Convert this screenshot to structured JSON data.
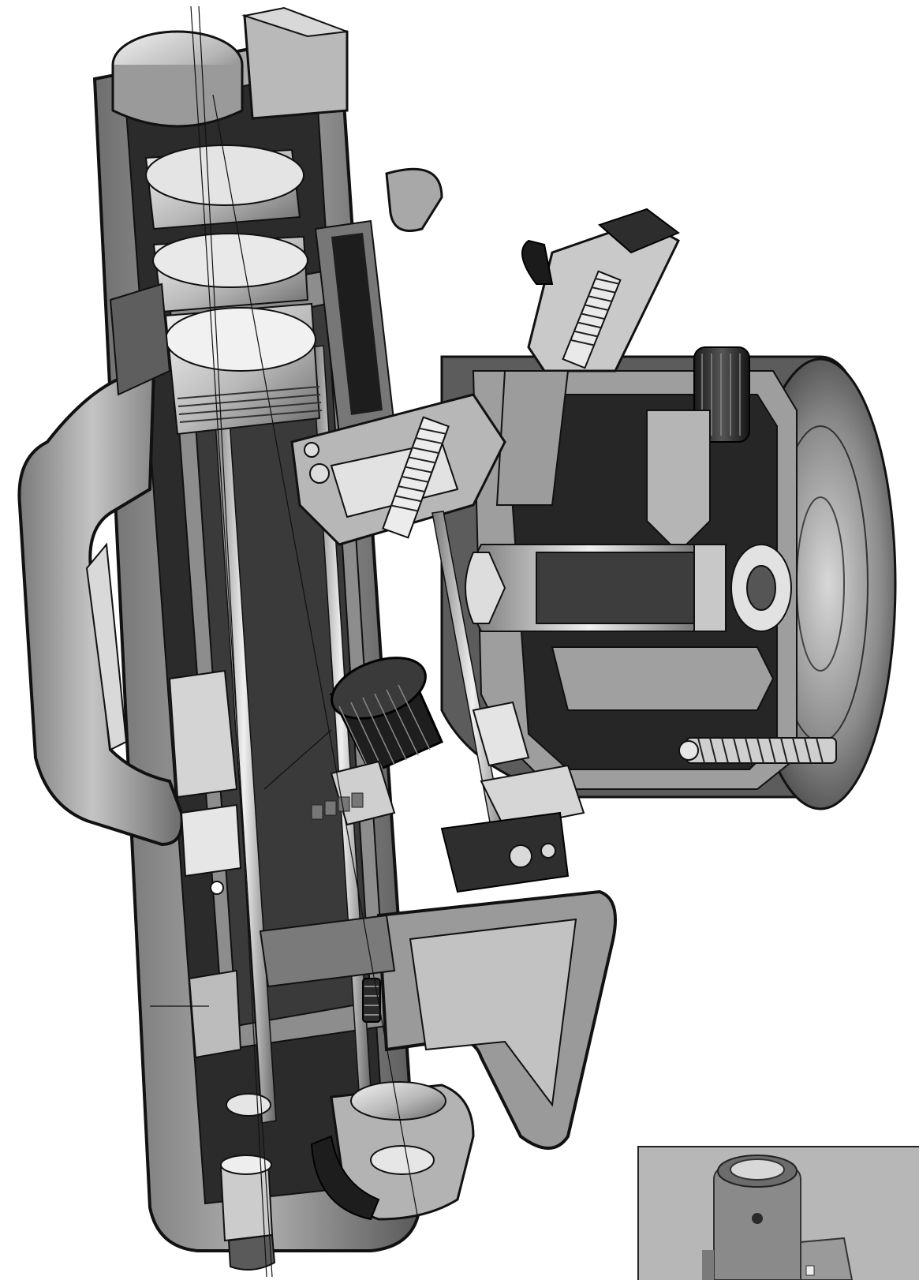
{
  "figure": {
    "subject": "cutaway-illustration",
    "palette": {
      "paper": "#ffffff",
      "housing": "#8c8c8c",
      "housing_light": "#b4b4b4",
      "housing_dark": "#4a4a4a",
      "metal_light": "#e6e6e6",
      "metal_mid": "#a8a8a8",
      "shadow": "#1e1e1e"
    },
    "icons": {
      "handle": "handle-grip",
      "lens": "lens-element",
      "knob": "knurled-knob",
      "spring": "coil-spring",
      "drum": "round-housing"
    }
  },
  "inset": {
    "subject": "photo-inset"
  }
}
